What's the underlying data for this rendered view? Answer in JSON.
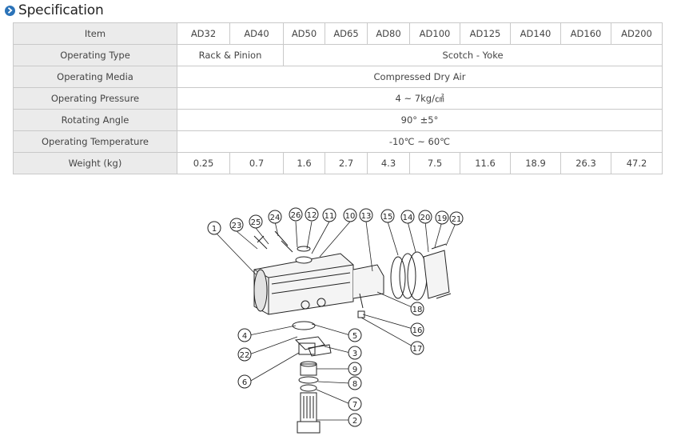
{
  "section": {
    "title": "Specification",
    "icon": "chevron-right-icon",
    "accent": "#2b73b8"
  },
  "table": {
    "item_label": "Item",
    "models": [
      "AD32",
      "AD40",
      "AD50",
      "AD65",
      "AD80",
      "AD100",
      "AD125",
      "AD140",
      "AD160",
      "AD200"
    ],
    "rows": {
      "operating_type": {
        "label": "Operating Type",
        "small": "Rack & Pinion",
        "large": "Scotch - Yoke"
      },
      "operating_media": {
        "label": "Operating Media",
        "value": "Compressed Dry Air"
      },
      "operating_pressure": {
        "label": "Operating Pressure",
        "value": "4 ~ 7kg/㎠"
      },
      "rotating_angle": {
        "label": "Rotating Angle",
        "value": "90° ±5°"
      },
      "operating_temperature": {
        "label": "Operating Temperature",
        "value": "-10℃ ~ 60℃"
      },
      "weight": {
        "label": "Weight (kg)",
        "values": [
          "0.25",
          "0.7",
          "1.6",
          "2.7",
          "4.3",
          "7.5",
          "11.6",
          "18.9",
          "26.3",
          "47.2"
        ]
      }
    }
  },
  "diagram": {
    "callouts": [
      "1",
      "23",
      "25",
      "24",
      "26",
      "12",
      "11",
      "10",
      "13",
      "15",
      "14",
      "20",
      "19",
      "21",
      "18",
      "16",
      "17",
      "4",
      "22",
      "6",
      "5",
      "3",
      "9",
      "8",
      "7",
      "2"
    ]
  }
}
